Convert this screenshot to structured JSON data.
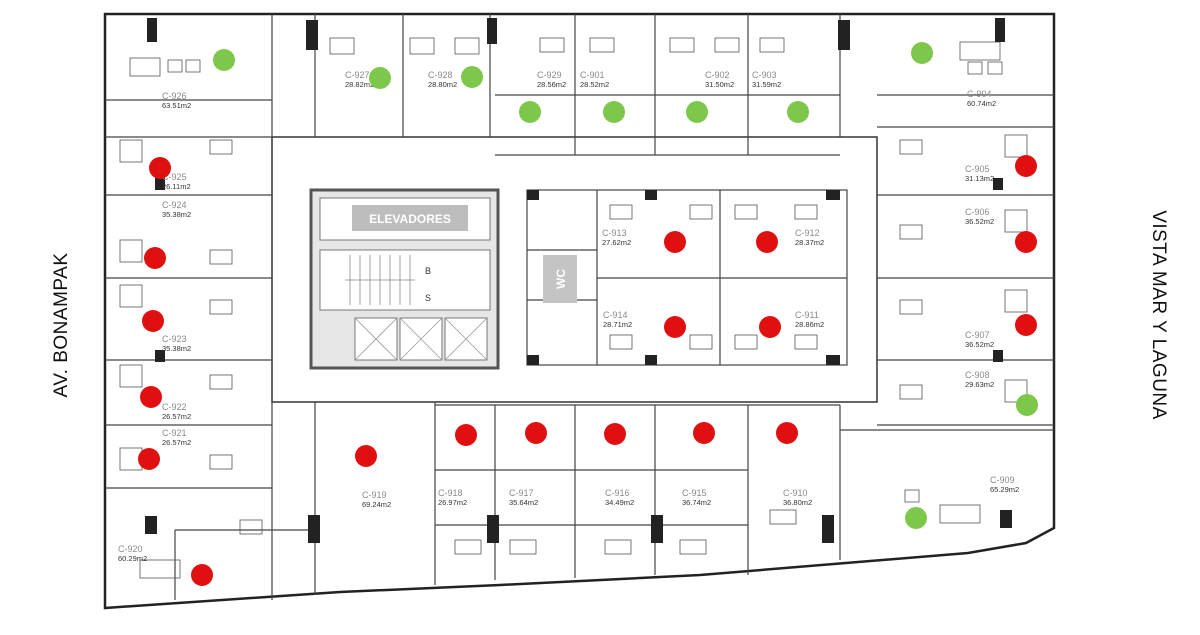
{
  "streets": {
    "left": "AV. BONAMPAK",
    "right": "VISTA MAR Y LAGUNA"
  },
  "core": {
    "elevators": "ELEVADORES",
    "restroom": "WC",
    "stair_up": "B",
    "stair_down": "S"
  },
  "legend_colors": {
    "available": "#7dc84a",
    "sold": "#e01010"
  },
  "units": [
    {
      "code": "C-926",
      "area": "63.51m2",
      "status": "available"
    },
    {
      "code": "C-927",
      "area": "28.82m2",
      "status": "available"
    },
    {
      "code": "C-928",
      "area": "28.80m2",
      "status": "available"
    },
    {
      "code": "C-929",
      "area": "28.56m2",
      "status": "available"
    },
    {
      "code": "C-901",
      "area": "28.52m2",
      "status": "available"
    },
    {
      "code": "C-902",
      "area": "31.50m2",
      "status": "available"
    },
    {
      "code": "C-903",
      "area": "31.59m2",
      "status": "available"
    },
    {
      "code": "C-904",
      "area": "60.74m2",
      "status": "available"
    },
    {
      "code": "C-925",
      "area": "26.11m2",
      "status": "sold"
    },
    {
      "code": "C-924",
      "area": "35.38m2",
      "status": "sold"
    },
    {
      "code": "C-923",
      "area": "35.38m2",
      "status": "sold"
    },
    {
      "code": "C-922",
      "area": "26.57m2",
      "status": "sold"
    },
    {
      "code": "C-921",
      "area": "26.57m2",
      "status": "sold"
    },
    {
      "code": "C-920",
      "area": "60.29m2",
      "status": "sold"
    },
    {
      "code": "C-905",
      "area": "31.13m2",
      "status": "sold"
    },
    {
      "code": "C-906",
      "area": "36.52m2",
      "status": "sold"
    },
    {
      "code": "C-907",
      "area": "36.52m2",
      "status": "sold"
    },
    {
      "code": "C-908",
      "area": "29.63m2",
      "status": "available"
    },
    {
      "code": "C-909",
      "area": "65.29m2",
      "status": "available"
    },
    {
      "code": "C-913",
      "area": "27.62m2",
      "status": "sold"
    },
    {
      "code": "C-912",
      "area": "28.37m2",
      "status": "sold"
    },
    {
      "code": "C-914",
      "area": "28.71m2",
      "status": "sold"
    },
    {
      "code": "C-911",
      "area": "28.86m2",
      "status": "sold"
    },
    {
      "code": "C-919",
      "area": "69.24m2",
      "status": "sold"
    },
    {
      "code": "C-918",
      "area": "26.97m2",
      "status": "sold"
    },
    {
      "code": "C-917",
      "area": "35.64m2",
      "status": "sold"
    },
    {
      "code": "C-916",
      "area": "34.49m2",
      "status": "sold"
    },
    {
      "code": "C-915",
      "area": "36.74m2",
      "status": "sold"
    },
    {
      "code": "C-910",
      "area": "36.80m2",
      "status": "sold"
    }
  ]
}
